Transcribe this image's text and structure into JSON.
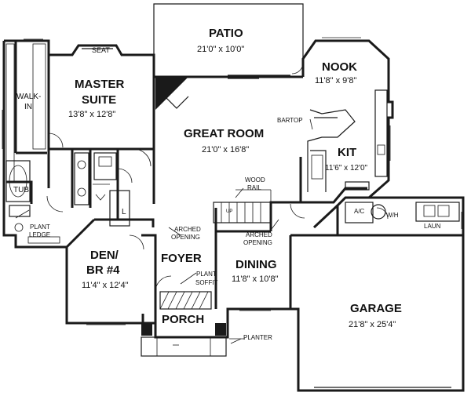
{
  "rooms": {
    "patio": {
      "name": "PATIO",
      "dims": "21'0\" x 10'0\""
    },
    "nook": {
      "name": "NOOK",
      "dims": "11'8\" x 9'8\""
    },
    "master": {
      "name_line1": "MASTER",
      "name_line2": "SUITE",
      "dims": "13'8\" x 12'8\""
    },
    "great": {
      "name": "GREAT ROOM",
      "dims": "21'0\" x 16'8\""
    },
    "kit": {
      "name": "KIT",
      "dims": "11'6\" x 12'0\""
    },
    "den": {
      "name_line1": "DEN/",
      "name_line2": "BR #4",
      "dims": "11'4\" x 12'4\""
    },
    "foyer": {
      "name": "FOYER"
    },
    "dining": {
      "name": "DINING",
      "dims": "11'8\" x 10'8\""
    },
    "garage": {
      "name": "GARAGE",
      "dims": "21'8\" x 25'4\""
    },
    "porch": {
      "name": "PORCH"
    }
  },
  "small_labels": {
    "seat": "SEAT",
    "walkin_1": "WALK-",
    "walkin_2": "IN",
    "tub": "TUB",
    "plant_ledge_1": "PLANT",
    "plant_ledge_2": "LEDGE",
    "bartop": "BARTOP",
    "wood_rail_1": "WOOD",
    "wood_rail_2": "RAIL",
    "up": "UP",
    "l": "L",
    "ac": "A/C",
    "wh": "W/H",
    "laun": "LAUN",
    "arched_1a": "ARCHED",
    "arched_1b": "OPENING",
    "arched_2a": "ARCHED",
    "arched_2b": "OPENING",
    "plant_soffit_1": "PLANT",
    "plant_soffit_2": "SOFFIT",
    "planter": "PLANTER"
  }
}
